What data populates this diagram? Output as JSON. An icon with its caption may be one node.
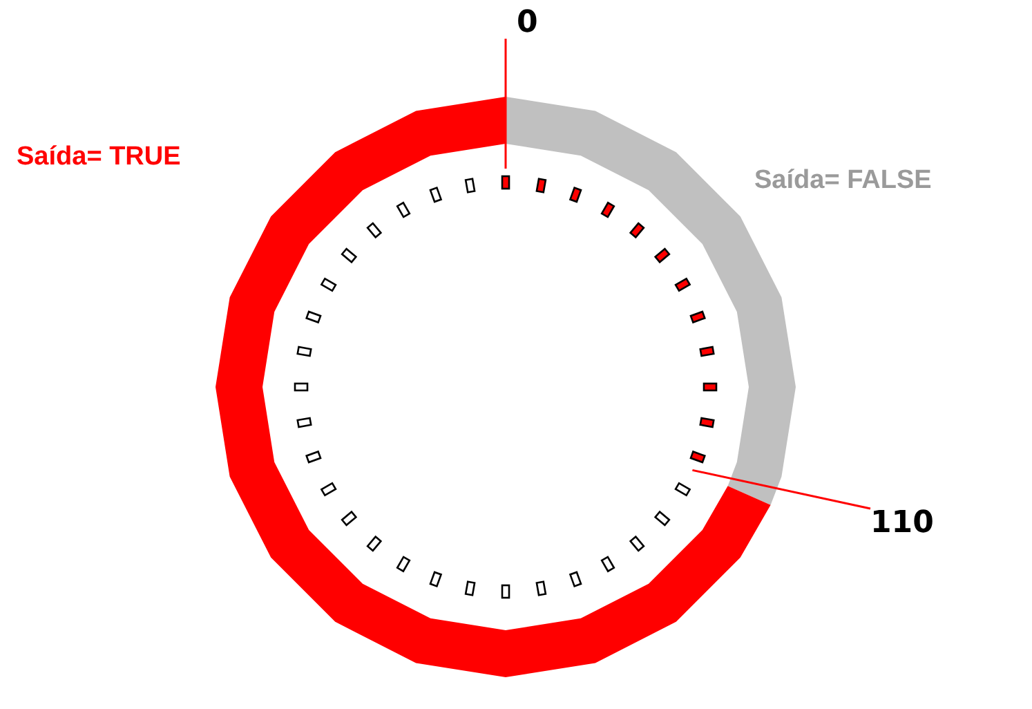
{
  "diagram": {
    "nodes": [
      {
        "text": [
          "0"
        ]
      },
      {
        "text": [
          "110"
        ]
      },
      {
        "text": [
          "Saída= TRUE"
        ]
      },
      {
        "text": [
          "Saída= FALSE"
        ]
      }
    ],
    "edges": [
      {
        "from": 0,
        "to": null,
        "arrow": "none"
      },
      {
        "from": 1,
        "to": null,
        "arrow": "none"
      }
    ]
  }
}
